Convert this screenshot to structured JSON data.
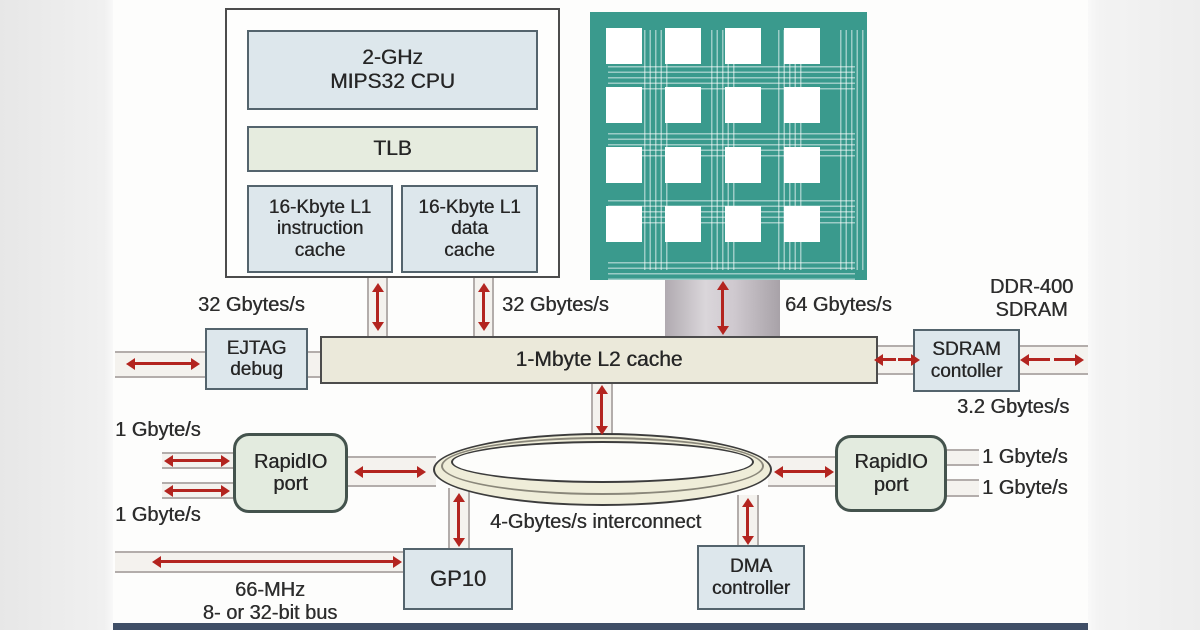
{
  "diagram": {
    "cpu_module": {
      "cpu": "2-GHz\nMIPS32 CPU",
      "tlb": "TLB",
      "l1_instruction": "16-Kbyte L1\ninstruction\ncache",
      "l1_data": "16-Kbyte L1\ndata\ncache"
    },
    "blocks": {
      "ejtag": "EJTAG\ndebug",
      "l2_cache": "1-Mbyte L2 cache",
      "sdram_controller": "SDRAM\ncontoller",
      "ddr_sdram": "DDR-400\nSDRAM",
      "rapidio_left": "RapidIO\nport",
      "rapidio_right": "RapidIO\nport",
      "gpio": "GP10",
      "dma": "DMA\ncontroller"
    },
    "bandwidth_labels": {
      "l1_left": "32 Gbytes/s",
      "l1_right": "32 Gbytes/s",
      "crossbar": "64 Gbytes/s",
      "sdram": "3.2 Gbytes/s",
      "interconnect": "4-Gbytes/s interconnect",
      "rapidio_left_top": "1 Gbyte/s",
      "rapidio_left_bottom": "1 Gbyte/s",
      "rapidio_right_top": "1 Gbyte/s",
      "rapidio_right_bottom": "1 Gbyte/s",
      "bottom_bus": "66-MHz\n8- or 32-bit bus"
    }
  },
  "colors": {
    "teal": "#3a9a8d",
    "red": "#b3241f",
    "cream": "#ebe9da",
    "box_blue": "#dde7ec",
    "box_green": "#e3ebdf",
    "footer_bar": "#3f4e66"
  }
}
